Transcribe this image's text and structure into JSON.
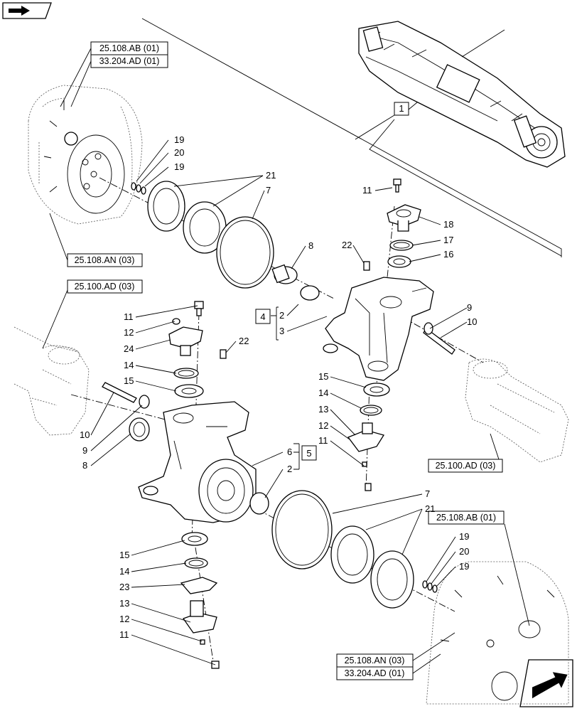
{
  "nav_prev_icon": "back-arrow-icon",
  "nav_next_icon": "forward-arrow-icon",
  "references": {
    "top_left_1": "25.108.AB (01)",
    "top_left_2": "33.204.AD (01)",
    "left_mid_an": "25.108.AN (03)",
    "left_axle": "25.100.AD (03)",
    "right_axle": "25.100.AD (03)",
    "bottom_right_ab": "25.108.AB (01)",
    "bottom_right_an": "25.108.AN (03)",
    "bottom_right_ad": "33.204.AD (01)"
  },
  "group_labels": {
    "g1": "1",
    "g4": "4",
    "g5": "5"
  },
  "callouts": {
    "c19a": "19",
    "c20a": "20",
    "c19b": "19",
    "c21a": "21",
    "c7a": "7",
    "c8a": "8",
    "c11a": "11",
    "c18": "18",
    "c17": "17",
    "c16": "16",
    "c22a": "22",
    "c2a": "2",
    "c3": "3",
    "c9a": "9",
    "c10a": "10",
    "c11b": "11",
    "c12a": "12",
    "c24": "24",
    "c14a": "14",
    "c15a": "15",
    "c22b": "22",
    "c10b": "10",
    "c9b": "9",
    "c8b": "8",
    "c15b": "15",
    "c14b": "14",
    "c13a": "13",
    "c12b": "12",
    "c11c": "11",
    "c6": "6",
    "c2b": "2",
    "c7b": "7",
    "c21b": "21",
    "c19c": "19",
    "c20b": "20",
    "c19d": "19",
    "c15c": "15",
    "c14c": "14",
    "c23": "23",
    "c13b": "13",
    "c12c": "12",
    "c11d": "11"
  }
}
